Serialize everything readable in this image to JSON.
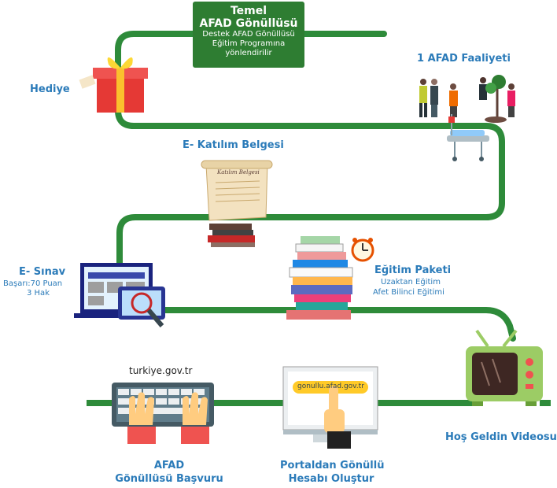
{
  "start_box": {
    "line1": "Temel",
    "line2": "AFAD Gönüllüsü",
    "line3": "Destek AFAD Gönüllüsü",
    "line4": "Eğitim Programına",
    "line5": "yönlendirilir"
  },
  "steps": {
    "activity": "1 AFAD Faaliyeti",
    "gift": "Hediye",
    "certificate": "E- Katılım Belgesi",
    "certificate_scroll_text": "Katılım Belgesi",
    "exam": "E- Sınav",
    "exam_detail1": "Başarı:70 Puan",
    "exam_detail2": "3 Hak",
    "training": "Eğitim Paketi",
    "training_detail1": "Uzaktan Eğitim",
    "training_detail2": "Afet Bilinci Eğitimi",
    "video": "Hoş Geldin Videosu",
    "portal_url": "gonullu.afad.gov.tr",
    "portal_line1": "Portaldan Gönüllü",
    "portal_line2": "Hesabı Oluştur",
    "keyboard_url": "turkiye.gov.tr",
    "apply_line1": "AFAD",
    "apply_line2": "Gönüllüsü Başvuru"
  },
  "colors": {
    "path": "#2e8b3a",
    "label": "#2b7bb9",
    "box": "#2e7d32"
  }
}
